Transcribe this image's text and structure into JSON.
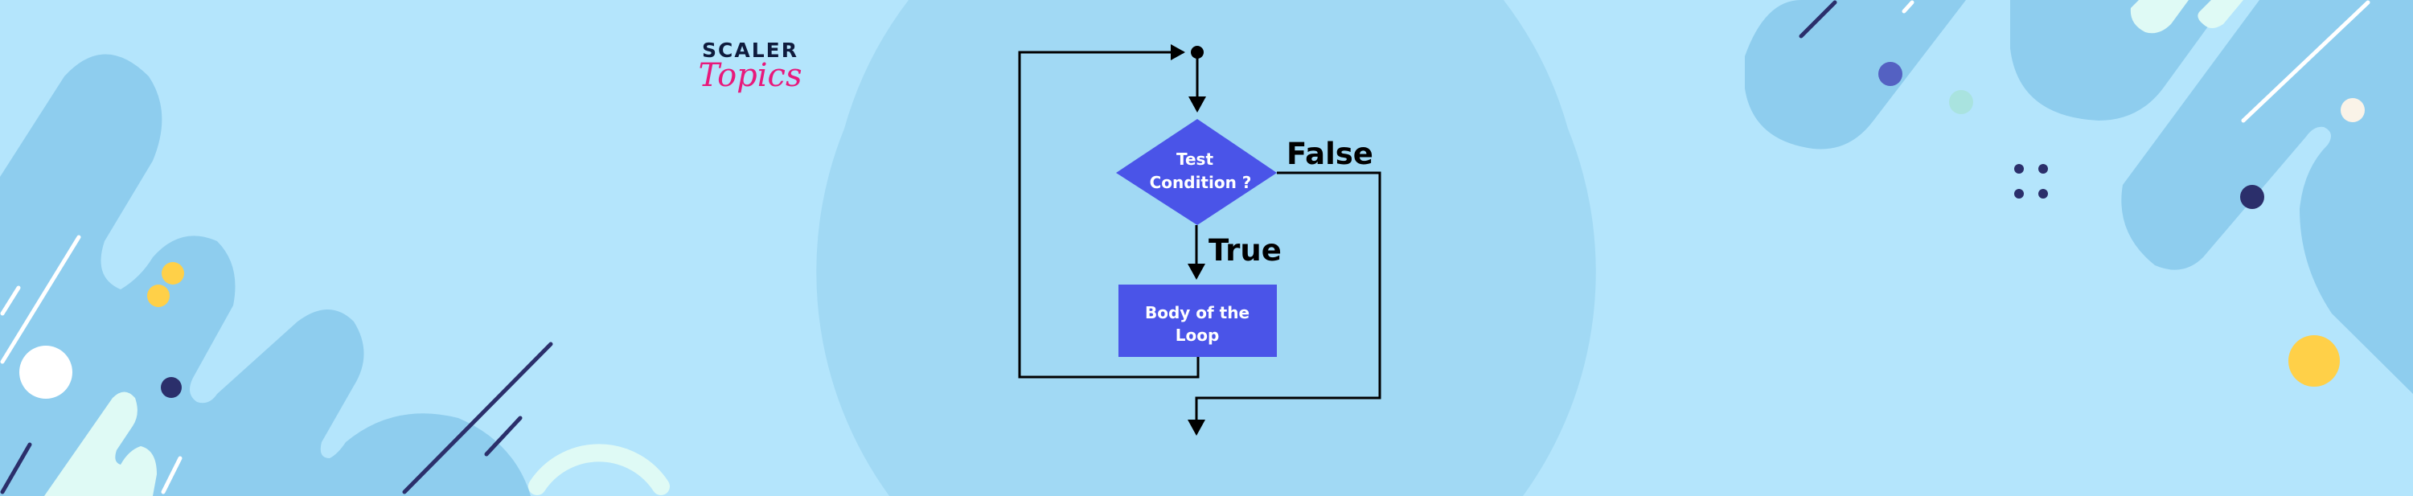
{
  "logo": {
    "line1": "SCALER",
    "line2": "Topics"
  },
  "flowchart": {
    "decision": {
      "line1": "Test",
      "line2": "Condition ?"
    },
    "body": {
      "line1": "Body of the",
      "line2": "Loop"
    },
    "true_label": "True",
    "false_label": "False"
  },
  "colors": {
    "background": "#b4e5fc",
    "center_circle": "#a1d9f4",
    "shape_fill": "#4a54e8",
    "shape_text": "#ffffff",
    "line": "#000000",
    "decor_blob": "#8ecdee",
    "decor_navy": "#2b2f6b",
    "decor_yellow": "#ffd048",
    "logo_dark": "#0f1b3d",
    "logo_pink": "#e8197b"
  }
}
